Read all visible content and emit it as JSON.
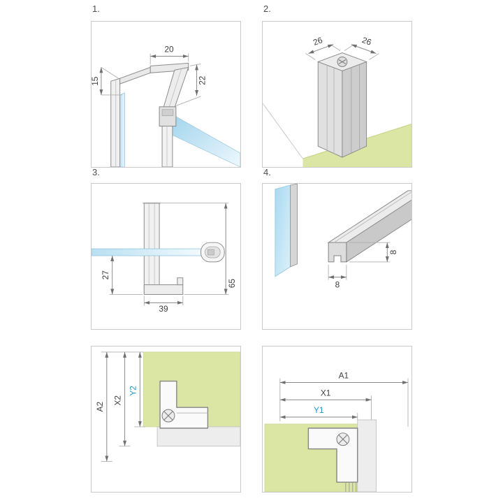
{
  "sheet": {
    "panels": {
      "p1": {
        "label": "1.",
        "dims": {
          "top_width": "20",
          "arm_drop": "22",
          "wall_offset": "15"
        }
      },
      "p2": {
        "label": "2.",
        "dims": {
          "post_depth": "26",
          "post_width": "26"
        }
      },
      "p3": {
        "label": "3.",
        "dims": {
          "foot_height": "27",
          "foot_depth": "39",
          "bracket_height": "65"
        }
      },
      "p4": {
        "label": "4.",
        "dims": {
          "seal_width": "8",
          "seal_height": "8"
        }
      },
      "p5": {
        "dims": {
          "a": "A2",
          "x": "X2",
          "y": "Y2"
        }
      },
      "p6": {
        "dims": {
          "a": "A1",
          "x": "X1",
          "y": "Y1"
        }
      }
    },
    "colors": {
      "accent_blue": "#2196c9",
      "glass_blue": "#aadcf2",
      "floor_green": "#dce6a4",
      "line_gray": "#8a8a8a",
      "text_dark": "#3e3e3e",
      "panel_border": "#c9c9c9"
    }
  }
}
